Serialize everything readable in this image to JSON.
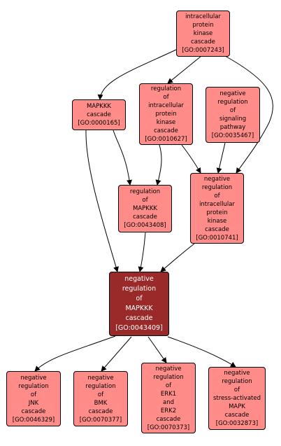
{
  "nodes": [
    {
      "id": "n7243",
      "lines": [
        "intracellular",
        "protein",
        "kinase",
        "cascade",
        "[GO:0007243]"
      ]
    },
    {
      "id": "n165",
      "lines": [
        "MAPKKK",
        "cascade",
        "[GO:0000165]"
      ]
    },
    {
      "id": "n10627",
      "lines": [
        "regulation",
        "of",
        "intracellular",
        "protein",
        "kinase",
        "cascade",
        "[GO:0010627]"
      ]
    },
    {
      "id": "n35467",
      "lines": [
        "negative",
        "regulation",
        "of",
        "signaling",
        "pathway",
        "[GO:0035467]"
      ]
    },
    {
      "id": "n43408",
      "lines": [
        "regulation",
        "of",
        "MAPKKK",
        "cascade",
        "[GO:0043408]"
      ]
    },
    {
      "id": "n10741",
      "lines": [
        "negative",
        "regulation",
        "of",
        "intracellular",
        "protein",
        "kinase",
        "cascade",
        "[GO:0010741]"
      ]
    },
    {
      "id": "n43409",
      "lines": [
        "negative",
        "regulation",
        "of",
        "MAPKKK",
        "cascade",
        "[GO:0043409]"
      ]
    },
    {
      "id": "n46329",
      "lines": [
        "negative",
        "regulation",
        "of",
        "JNK",
        "cascade",
        "[GO:0046329]"
      ]
    },
    {
      "id": "n70377",
      "lines": [
        "negative",
        "regulation",
        "of",
        "BMK",
        "cascade",
        "[GO:0070377]"
      ]
    },
    {
      "id": "n70373",
      "lines": [
        "negative",
        "regulation",
        "of",
        "ERK1",
        "and",
        "ERK2",
        "cascade",
        "[GO:0070373]"
      ]
    },
    {
      "id": "n32873",
      "lines": [
        "negative",
        "regulation",
        "of",
        "stress-activated",
        "MAPK",
        "cascade",
        "[GO:0032873]"
      ]
    }
  ],
  "edges": [
    [
      "n7243",
      "n165"
    ],
    [
      "n7243",
      "n10627"
    ],
    [
      "n7243",
      "n10741"
    ],
    [
      "n165",
      "n43408"
    ],
    [
      "n165",
      "n43409"
    ],
    [
      "n10627",
      "n43408"
    ],
    [
      "n10627",
      "n10741"
    ],
    [
      "n35467",
      "n10741"
    ],
    [
      "n43408",
      "n43409"
    ],
    [
      "n10741",
      "n43409"
    ],
    [
      "n43409",
      "n46329"
    ],
    [
      "n43409",
      "n70377"
    ],
    [
      "n43409",
      "n70373"
    ],
    [
      "n43409",
      "n32873"
    ]
  ],
  "colors": {
    "node_fill": "#ff8c89",
    "focus_fill": "#9a2a2a",
    "edge": "#000000"
  }
}
